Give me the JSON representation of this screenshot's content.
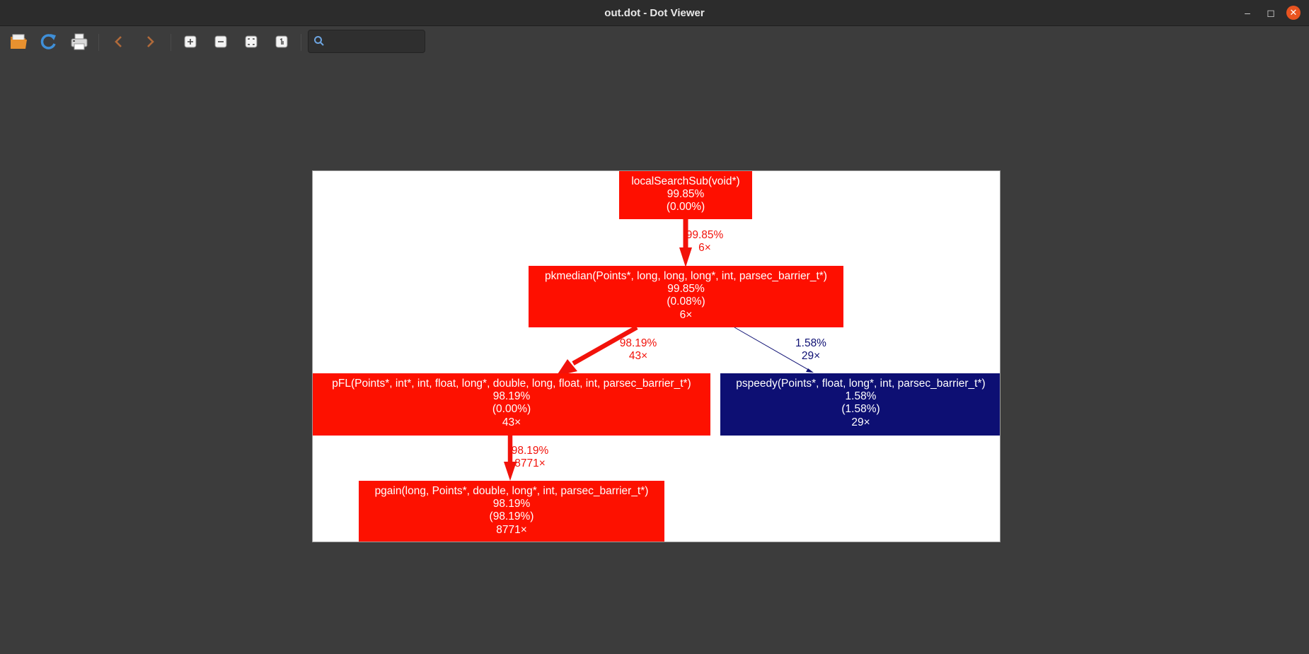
{
  "window": {
    "title": "out.dot - Dot Viewer",
    "minimize_glyph": "–",
    "maximize_glyph": "◻",
    "close_glyph": "✕"
  },
  "toolbar": {
    "icons": [
      "open-folder-icon",
      "reload-icon",
      "print-icon",
      "back-arrow-icon",
      "forward-arrow-icon",
      "zoom-in-icon",
      "zoom-out-icon",
      "zoom-fit-icon",
      "zoom-100-icon"
    ],
    "search_value": ""
  },
  "colors": {
    "node_red": "#fe0f00",
    "node_blue": "#0d0f73",
    "edge_red": "#f2120a",
    "edge_blue": "#0d0f73"
  },
  "graph": {
    "nodes": {
      "n1": {
        "name": "localSearchSub(void*)",
        "total": "99.85%",
        "self": "(0.00%)"
      },
      "n2": {
        "name": "pkmedian(Points*, long, long, long*, int, parsec_barrier_t*)",
        "total": "99.85%",
        "self": "(0.08%)",
        "calls": "6×"
      },
      "n3": {
        "name": "pFL(Points*, int*, int, float, long*, double, long, float, int, parsec_barrier_t*)",
        "total": "98.19%",
        "self": "(0.00%)",
        "calls": "43×"
      },
      "n4": {
        "name": "pspeedy(Points*, float, long*, int, parsec_barrier_t*)",
        "total": "1.58%",
        "self": "(1.58%)",
        "calls": "29×"
      },
      "n5": {
        "name": "pgain(long, Points*, double, long*, int, parsec_barrier_t*)",
        "total": "98.19%",
        "self": "(98.19%)",
        "calls": "8771×"
      }
    },
    "edges": {
      "e12": {
        "pct": "99.85%",
        "calls": "6×"
      },
      "e23": {
        "pct": "98.19%",
        "calls": "43×"
      },
      "e24": {
        "pct": "1.58%",
        "calls": "29×"
      },
      "e35": {
        "pct": "98.19%",
        "calls": "8771×"
      }
    }
  }
}
